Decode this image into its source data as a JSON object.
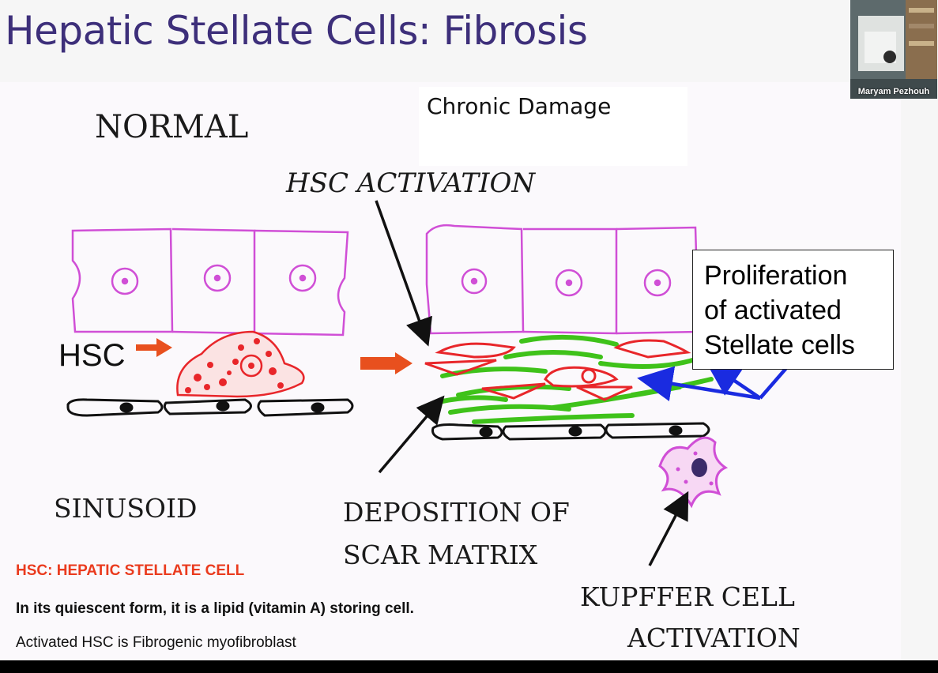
{
  "slide": {
    "title": "Hepatic Stellate Cells: Fibrosis"
  },
  "video": {
    "name": "Maryam Pezhouh"
  },
  "diagram": {
    "chronic_damage": "Chronic Damage",
    "normal": "NORMAL",
    "hsc_activation": "HSC ACTIVATION",
    "hsc": "HSC",
    "sinusoid": "SINUSOID",
    "deposition_line1": "DEPOSITION OF",
    "deposition_line2": "SCAR MATRIX",
    "kupffer_line1": "KUPFFER CELL",
    "kupffer_line2": "ACTIVATION",
    "proliferation_line1": "Proliferation",
    "proliferation_line2": "of activated",
    "proliferation_line3": "Stellate cells"
  },
  "notes": {
    "red": "HSC: HEPATIC STELLATE CELL",
    "bold": "In its quiescent form, it is a lipid (vitamin A) storing cell.",
    "plain": "Activated HSC is Fibrogenic myofibroblast"
  },
  "colors": {
    "title": "#3d2f7a",
    "hepatocyte": "#d04fd6",
    "stellate": "#e8262a",
    "collagen": "#3fc21a",
    "pointer_blue": "#1a2be0",
    "arrow_orange": "#e8501e",
    "note_red": "#ea3b1e"
  }
}
